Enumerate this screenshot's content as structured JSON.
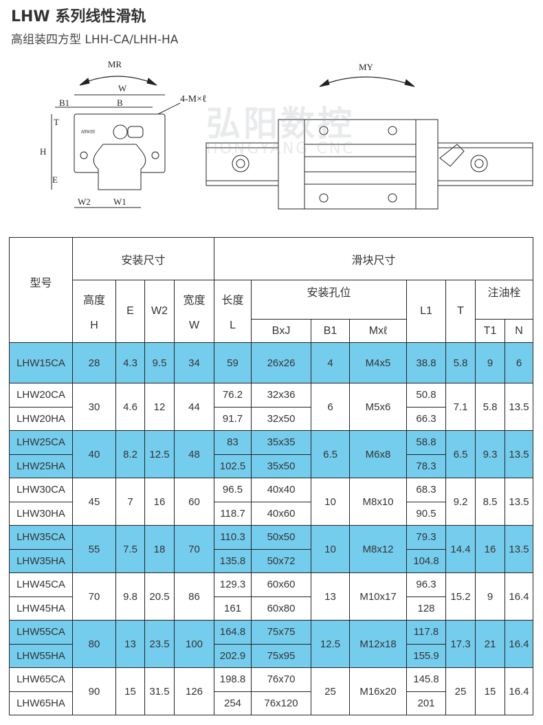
{
  "header": {
    "title": "LHW 系列线性滑轨",
    "subtitle": "高组装四方型 LHH-CA/LHH-HA"
  },
  "diagram": {
    "labels": {
      "mr": "MR",
      "my": "MY",
      "w": "W",
      "b1": "B1",
      "b": "B",
      "mxl": "4-M×ℓ",
      "t": "T",
      "h": "H",
      "e": "E",
      "w2": "W2",
      "w1": "W1",
      "brand": "HIWIN"
    }
  },
  "watermark": {
    "cn": "弘阳数控",
    "en": "HONGYANG CNC"
  },
  "table": {
    "h": {
      "model": "型号",
      "install": "安装尺寸",
      "slider": "滑块尺寸",
      "height": "高度",
      "H": "H",
      "E": "E",
      "W2": "W2",
      "width": "宽度",
      "W": "W",
      "length": "长度",
      "L": "L",
      "holes": "安装孔位",
      "BxJ": "BxJ",
      "B1": "B1",
      "Mxl": "Mxℓ",
      "L1": "L1",
      "T": "T",
      "grease": "注油栓",
      "T1": "T1",
      "N": "N"
    },
    "groups": [
      {
        "blue": true,
        "H": "28",
        "E": "4.3",
        "W2": "9.5",
        "W": "34",
        "B1": "4",
        "Mxl": "M4x5",
        "T": "5.8",
        "T1": "9",
        "N": "6",
        "rows": [
          {
            "model": "LHW15CA",
            "L": "59",
            "BxJ": "26x26",
            "L1": "38.8"
          }
        ]
      },
      {
        "blue": false,
        "H": "30",
        "E": "4.6",
        "W2": "12",
        "W": "44",
        "B1": "6",
        "Mxl": "M5x6",
        "T": "7.1",
        "T1": "5.8",
        "N": "13.5",
        "rows": [
          {
            "model": "LHW20CA",
            "L": "76.2",
            "BxJ": "32x36",
            "L1": "50.8"
          },
          {
            "model": "LHW20HA",
            "L": "91.7",
            "BxJ": "32x50",
            "L1": "66.3"
          }
        ]
      },
      {
        "blue": true,
        "H": "40",
        "E": "8.2",
        "W2": "12.5",
        "W": "48",
        "B1": "6.5",
        "Mxl": "M6x8",
        "T": "6.5",
        "T1": "9.3",
        "N": "13.5",
        "rows": [
          {
            "model": "LHW25CA",
            "L": "83",
            "BxJ": "35x35",
            "L1": "58.8"
          },
          {
            "model": "LHW25HA",
            "L": "102.5",
            "BxJ": "35x50",
            "L1": "78.3"
          }
        ]
      },
      {
        "blue": false,
        "H": "45",
        "E": "7",
        "W2": "16",
        "W": "60",
        "B1": "10",
        "Mxl": "M8x10",
        "T": "9.2",
        "T1": "8.5",
        "N": "13.5",
        "rows": [
          {
            "model": "LHW30CA",
            "L": "96.5",
            "BxJ": "40x40",
            "L1": "68.3"
          },
          {
            "model": "LHW30HA",
            "L": "118.7",
            "BxJ": "40x60",
            "L1": "90.5"
          }
        ]
      },
      {
        "blue": true,
        "H": "55",
        "E": "7.5",
        "W2": "18",
        "W": "70",
        "B1": "10",
        "Mxl": "M8x12",
        "T": "14.4",
        "T1": "16",
        "N": "13.5",
        "rows": [
          {
            "model": "LHW35CA",
            "L": "110.3",
            "BxJ": "50x50",
            "L1": "79.3"
          },
          {
            "model": "LHW35HA",
            "L": "135.8",
            "BxJ": "50x72",
            "L1": "104.8"
          }
        ]
      },
      {
        "blue": false,
        "H": "70",
        "E": "9.8",
        "W2": "20.5",
        "W": "86",
        "B1": "13",
        "Mxl": "M10x17",
        "T": "15.2",
        "T1": "9",
        "N": "16.4",
        "rows": [
          {
            "model": "LHW45CA",
            "L": "129.3",
            "BxJ": "60x60",
            "L1": "96.3"
          },
          {
            "model": "LHW45HA",
            "L": "161",
            "BxJ": "60x80",
            "L1": "128"
          }
        ]
      },
      {
        "blue": true,
        "H": "80",
        "E": "13",
        "W2": "23.5",
        "W": "100",
        "B1": "12.5",
        "Mxl": "M12x18",
        "T": "17.3",
        "T1": "21",
        "N": "16.4",
        "rows": [
          {
            "model": "LHW55CA",
            "L": "164.8",
            "BxJ": "75x75",
            "L1": "117.8"
          },
          {
            "model": "LHW55HA",
            "L": "202.9",
            "BxJ": "75x95",
            "L1": "155.9"
          }
        ]
      },
      {
        "blue": false,
        "H": "90",
        "E": "15",
        "W2": "31.5",
        "W": "126",
        "B1": "25",
        "Mxl": "M16x20",
        "T": "25",
        "T1": "15",
        "N": "16.4",
        "rows": [
          {
            "model": "LHW65CA",
            "L": "198.8",
            "BxJ": "76x70",
            "L1": "145.8"
          },
          {
            "model": "LHW65HA",
            "L": "254",
            "BxJ": "76x120",
            "L1": "201"
          }
        ]
      }
    ]
  }
}
